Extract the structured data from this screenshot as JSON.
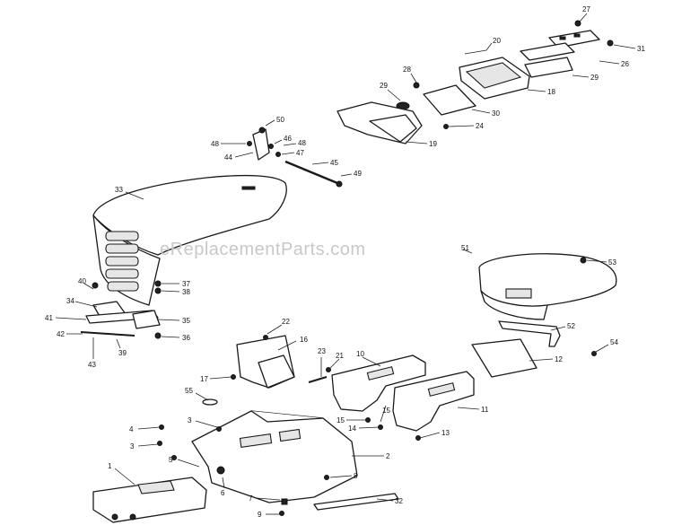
{
  "watermark": "eReplacementParts.com",
  "callouts": [
    {
      "id": "c1",
      "label": "1"
    },
    {
      "id": "c2",
      "label": "2"
    },
    {
      "id": "c3a",
      "label": "3"
    },
    {
      "id": "c3b",
      "label": "3"
    },
    {
      "id": "c4",
      "label": "4"
    },
    {
      "id": "c5",
      "label": "5"
    },
    {
      "id": "c6",
      "label": "6"
    },
    {
      "id": "c7",
      "label": "7"
    },
    {
      "id": "c8",
      "label": "8"
    },
    {
      "id": "c9",
      "label": "9"
    },
    {
      "id": "c10",
      "label": "10"
    },
    {
      "id": "c11",
      "label": "11"
    },
    {
      "id": "c12",
      "label": "12"
    },
    {
      "id": "c13",
      "label": "13"
    },
    {
      "id": "c14",
      "label": "14"
    },
    {
      "id": "c15a",
      "label": "15"
    },
    {
      "id": "c15b",
      "label": "15"
    },
    {
      "id": "c16",
      "label": "16"
    },
    {
      "id": "c17",
      "label": "17"
    },
    {
      "id": "c18",
      "label": "18"
    },
    {
      "id": "c19",
      "label": "19"
    },
    {
      "id": "c20",
      "label": "20"
    },
    {
      "id": "c21",
      "label": "21"
    },
    {
      "id": "c22",
      "label": "22"
    },
    {
      "id": "c23",
      "label": "23"
    },
    {
      "id": "c24",
      "label": "24"
    },
    {
      "id": "c26",
      "label": "26"
    },
    {
      "id": "c27",
      "label": "27"
    },
    {
      "id": "c28",
      "label": "28"
    },
    {
      "id": "c29a",
      "label": "29"
    },
    {
      "id": "c29b",
      "label": "29"
    },
    {
      "id": "c30",
      "label": "30"
    },
    {
      "id": "c31",
      "label": "31"
    },
    {
      "id": "c32",
      "label": "32"
    },
    {
      "id": "c33",
      "label": "33"
    },
    {
      "id": "c34",
      "label": "34"
    },
    {
      "id": "c35",
      "label": "35"
    },
    {
      "id": "c36",
      "label": "36"
    },
    {
      "id": "c37",
      "label": "37"
    },
    {
      "id": "c38",
      "label": "38"
    },
    {
      "id": "c39",
      "label": "39"
    },
    {
      "id": "c40",
      "label": "40"
    },
    {
      "id": "c41",
      "label": "41"
    },
    {
      "id": "c42",
      "label": "42"
    },
    {
      "id": "c43",
      "label": "43"
    },
    {
      "id": "c44",
      "label": "44"
    },
    {
      "id": "c45",
      "label": "45"
    },
    {
      "id": "c46",
      "label": "46"
    },
    {
      "id": "c47",
      "label": "47"
    },
    {
      "id": "c48a",
      "label": "48"
    },
    {
      "id": "c48b",
      "label": "48"
    },
    {
      "id": "c49",
      "label": "49"
    },
    {
      "id": "c50",
      "label": "50"
    },
    {
      "id": "c51",
      "label": "51"
    },
    {
      "id": "c52",
      "label": "52"
    },
    {
      "id": "c53",
      "label": "53"
    },
    {
      "id": "c54",
      "label": "54"
    },
    {
      "id": "c55",
      "label": "55"
    }
  ]
}
